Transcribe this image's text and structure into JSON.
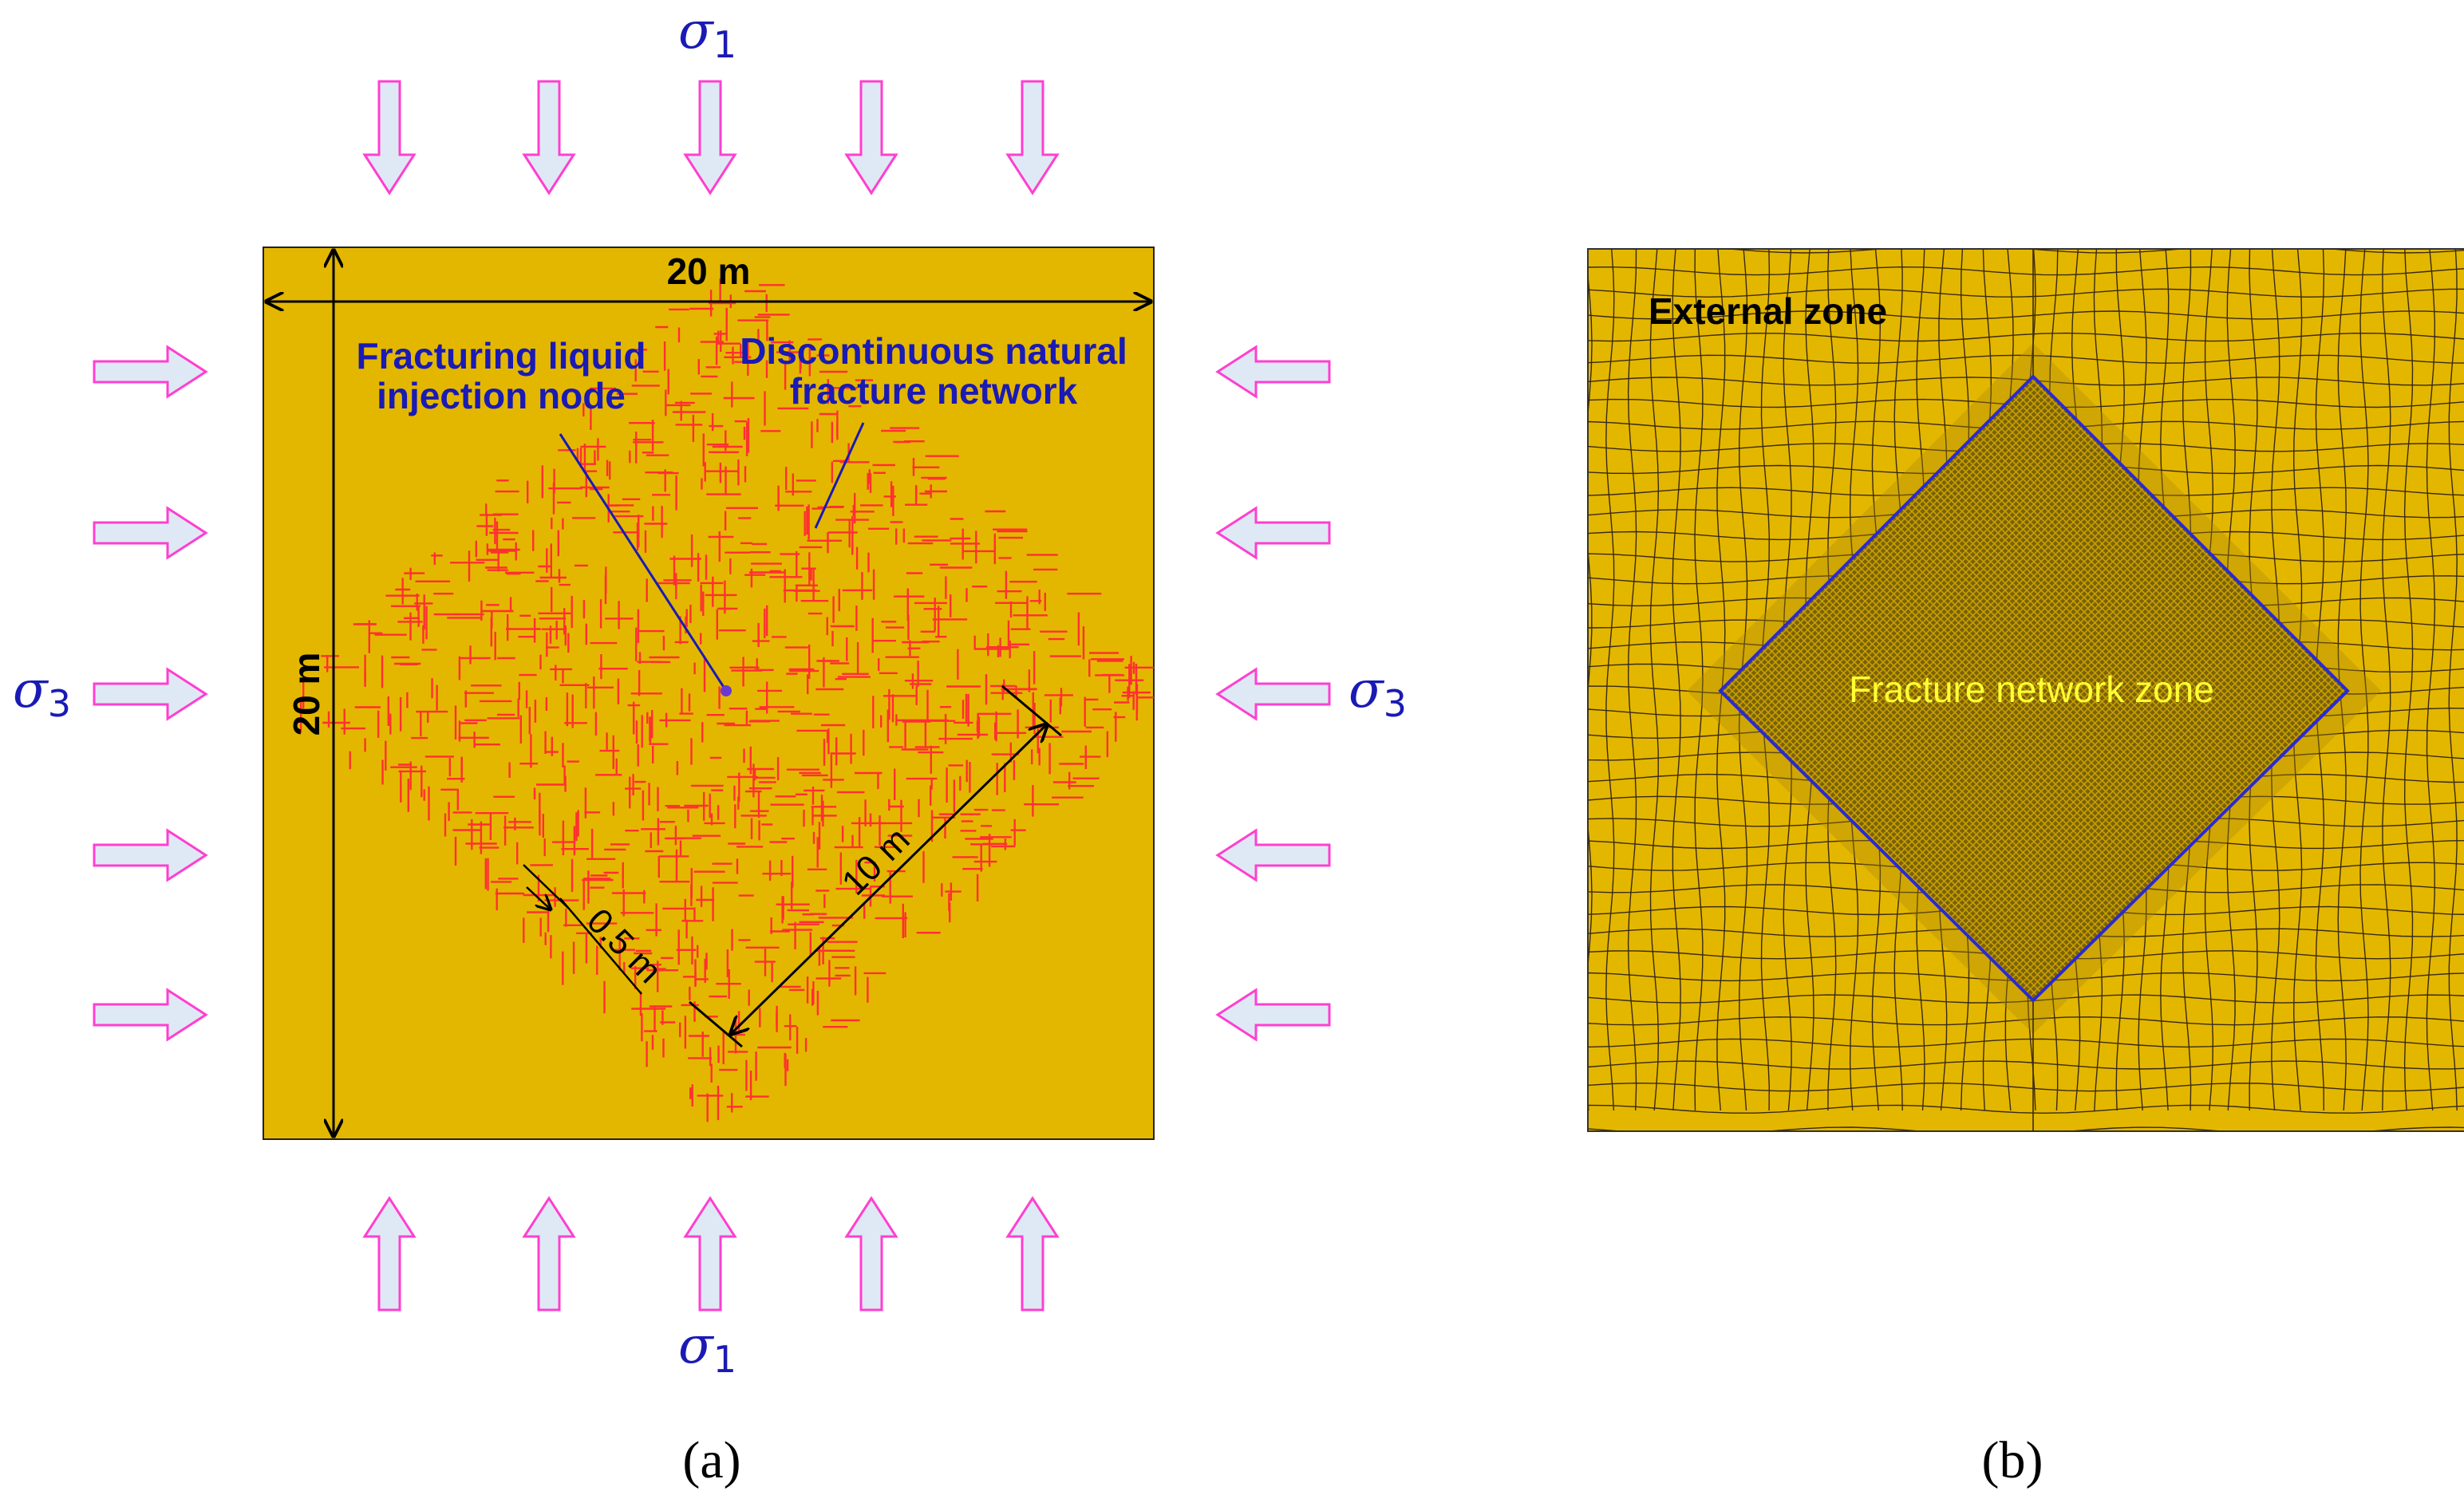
{
  "panel_a": {
    "sigma1_top": {
      "symbol": "σ",
      "subscript": "1"
    },
    "sigma1_bottom": {
      "symbol": "σ",
      "subscript": "1"
    },
    "sigma3_left": {
      "symbol": "σ",
      "subscript": "3"
    },
    "sigma3_right": {
      "symbol": "σ",
      "subscript": "3"
    },
    "width_label": "20 m",
    "height_label": "20 m",
    "injection_label_line1": "Fracturing liquid",
    "injection_label_line2": "injection node",
    "fracture_label_line1": "Discontinuous natural",
    "fracture_label_line2": "fracture network",
    "diag_length_label": "10 m",
    "spacing_label": "0.5 m",
    "caption": "(a)"
  },
  "panel_b": {
    "external_label": "External zone",
    "fracture_zone_label": "Fracture network zone",
    "caption": "(b)"
  },
  "colors": {
    "rock": "#e3b700",
    "fracture": "#ff3030",
    "arrow_fill": "#dfe9f5",
    "arrow_stroke": "#ff3fd0",
    "label_blue": "#1a1ab5",
    "mesh_line": "#3a2a10",
    "zone_border": "#2a2ad0"
  }
}
